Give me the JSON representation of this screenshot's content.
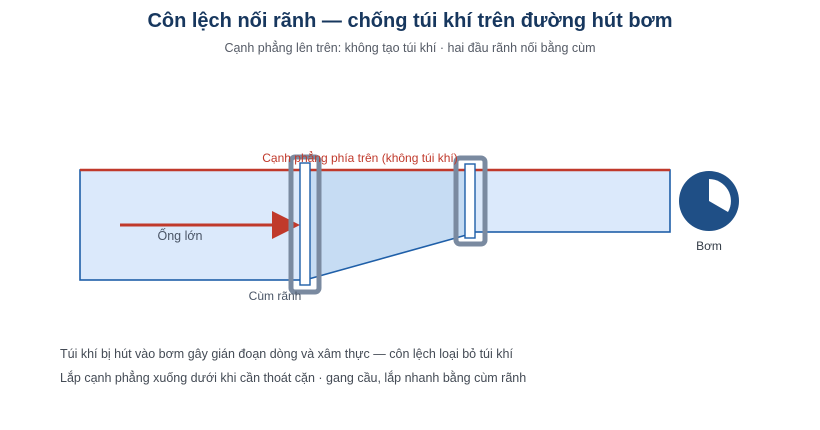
{
  "title": "Côn lệch nối rãnh — chống túi khí trên đường hút bơm",
  "subtitle": "Cạnh phẳng lên trên: không tạo túi khí · hai đầu rãnh nối bằng cùm",
  "labels": {
    "top_edge": "Cạnh phẳng phía trên (không túi khí)",
    "large_pipe": "Ống lớn",
    "coupling": "Cùm rãnh",
    "pump": "Bơm"
  },
  "notes": [
    "Túi khí bị hút vào bơm gây gián đoạn dòng và xâm thực — côn lệch loại bỏ túi khí",
    "Lắp cạnh phẳng xuống dưới khi cần thoát cặn · gang cầu, lắp nhanh bằng cùm rãnh"
  ],
  "colors": {
    "title": "#17375e",
    "pipe_fill": "#dbe9fb",
    "pipe_stroke": "#1f5fa8",
    "reducer_fill": "#c6dcf3",
    "top_edge": "#c0392b",
    "arrow": "#c0392b",
    "coupling": "#7a8aa0",
    "pump": "#1f4f86"
  },
  "icons": {
    "pump": "pump-icon",
    "flow_arrow": "flow-arrow-icon"
  }
}
